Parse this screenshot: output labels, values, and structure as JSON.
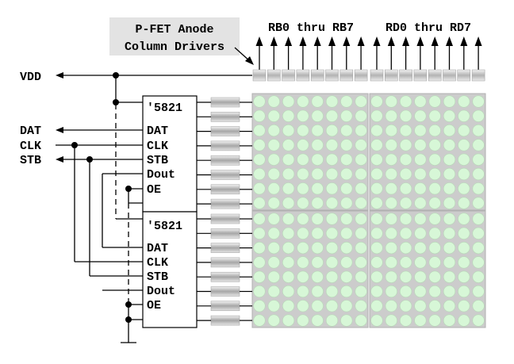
{
  "callout": {
    "line1": "P-FET Anode",
    "line2": "Column Drivers"
  },
  "columns": {
    "left": "RB0 thru RB7",
    "right": "RD0 thru RD7"
  },
  "signals": {
    "vdd": "VDD",
    "dat": "DAT",
    "clk": "CLK",
    "stb": "STB"
  },
  "chips": [
    {
      "title": "'5821",
      "pins": [
        "DAT",
        "CLK",
        "STB",
        "Dout",
        "OE"
      ]
    },
    {
      "title": "'5821",
      "pins": [
        "DAT",
        "CLK",
        "STB",
        "Dout",
        "OE"
      ]
    }
  ],
  "colors": {
    "led": "#d7f7d7",
    "matrix_bg": "#cccccc",
    "callout_bg": "#e3e3e3"
  }
}
